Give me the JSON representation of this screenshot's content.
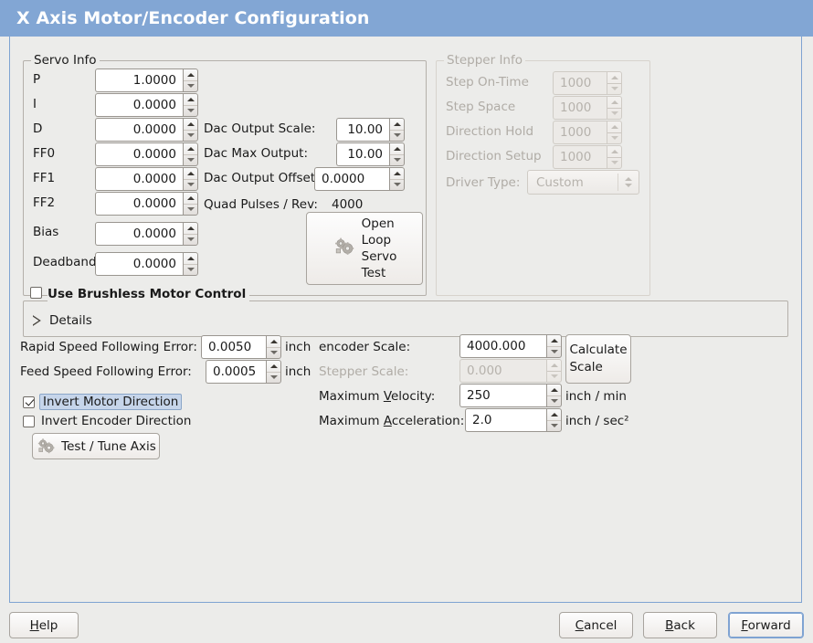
{
  "window": {
    "title": "X Axis Motor/Encoder Configuration",
    "accent": "#82a6d4"
  },
  "servo": {
    "legend": "Servo Info",
    "rows": [
      {
        "label": "P",
        "value": "1.0000"
      },
      {
        "label": "I",
        "value": "0.0000"
      },
      {
        "label": "D",
        "value": "0.0000"
      },
      {
        "label": "FF0",
        "value": "0.0000"
      },
      {
        "label": "FF1",
        "value": "0.0000"
      },
      {
        "label": "FF2",
        "value": "0.0000"
      },
      {
        "label": "Bias",
        "value": "0.0000"
      },
      {
        "label": "Deadband",
        "value": "0.0000"
      }
    ],
    "dac": [
      {
        "label": "Dac Output Scale:",
        "value": "10.00"
      },
      {
        "label": "Dac Max Output:",
        "value": "10.00"
      },
      {
        "label": "Dac Output Offset:",
        "value": "0.0000"
      }
    ],
    "quad_pulses_label": "Quad Pulses / Rev:",
    "quad_pulses_value": "4000",
    "open_loop_button": "Open\nLoop\nServo\nTest"
  },
  "stepper": {
    "legend": "Stepper Info",
    "rows": [
      {
        "label": "Step On-Time",
        "value": "1000"
      },
      {
        "label": "Step Space",
        "value": "1000"
      },
      {
        "label": "Direction Hold",
        "value": "1000"
      },
      {
        "label": "Direction Setup",
        "value": "1000"
      }
    ],
    "driver_type_label": "Driver Type:",
    "driver_type_value": "Custom"
  },
  "brushless": {
    "legend": "Use Brushless Motor Control",
    "checked": false,
    "details_label": "Details"
  },
  "tuning": {
    "rapid_label": "Rapid Speed Following Error:",
    "rapid_value": "0.0050",
    "rapid_unit": "inch",
    "feed_label": "Feed Speed Following Error:",
    "feed_value": "0.0005",
    "feed_unit": "inch",
    "invert_motor_label": "Invert Motor Direction",
    "invert_motor_checked": true,
    "invert_encoder_label": "Invert Encoder Direction",
    "invert_encoder_checked": false,
    "test_tune_label": "Test / Tune Axis"
  },
  "scales": {
    "encoder_label": "encoder Scale:",
    "encoder_value": "4000.000",
    "stepper_label": "Stepper Scale:",
    "stepper_value": "0.000",
    "calculate_label": "Calculate\nScale",
    "max_vel_label": "Maximum Velocity:",
    "max_vel_value": "250",
    "max_vel_unit": "inch / min",
    "max_acc_label": "Maximum Acceleration:",
    "max_acc_value": "2.0",
    "max_acc_unit": "inch / sec²"
  },
  "actions": {
    "help": "Help",
    "cancel": "Cancel",
    "back": "Back",
    "forward": "Forward"
  }
}
